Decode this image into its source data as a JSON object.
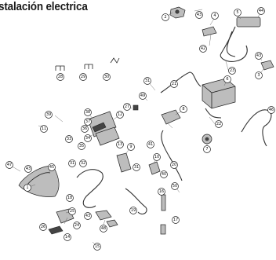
{
  "title": "stalación electrica",
  "callouts": [
    "1",
    "2",
    "3",
    "4",
    "5",
    "6",
    "7",
    "8",
    "9",
    "10",
    "11",
    "12",
    "13",
    "14",
    "15",
    "16",
    "17",
    "18",
    "19",
    "20",
    "21",
    "22",
    "23",
    "24",
    "25",
    "26",
    "27",
    "28",
    "29",
    "30",
    "31",
    "32",
    "33",
    "34",
    "35",
    "36",
    "37",
    "38",
    "39",
    "40",
    "41",
    "42",
    "43",
    "44",
    "45",
    "46",
    "47",
    "48",
    "49",
    "50"
  ]
}
